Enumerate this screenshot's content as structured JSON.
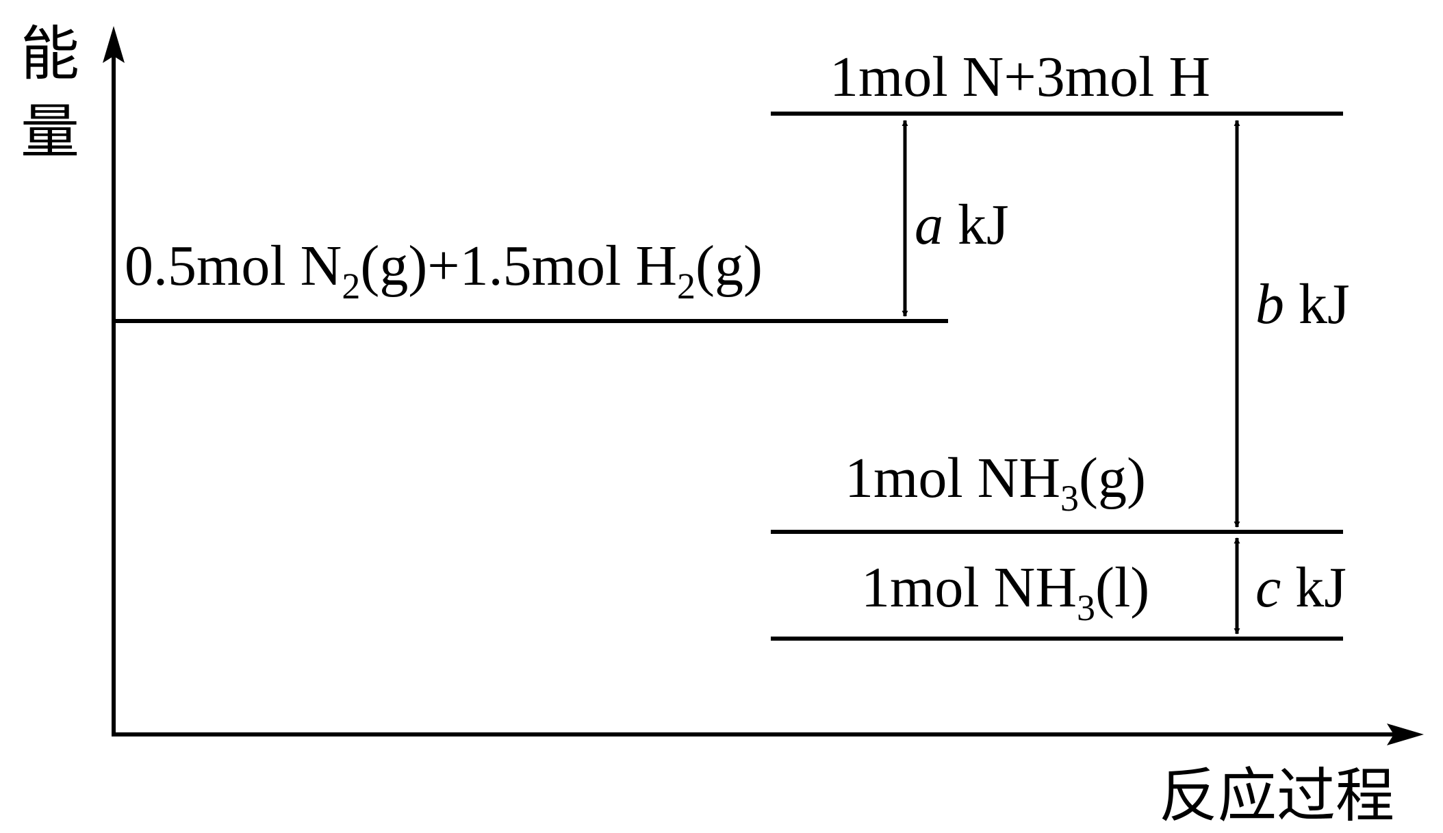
{
  "axes": {
    "y_label_top": "能",
    "y_label_bottom": "量",
    "x_label": "反应过程"
  },
  "levels": {
    "atoms": {
      "label": "1mol N+3mol H"
    },
    "reactants": {
      "p1": "0.5mol N",
      "sub1": "2",
      "p2": "(g)+1.5mol H",
      "sub2": "2",
      "p3": "(g)"
    },
    "ammonia_gas": {
      "p1": "1mol NH",
      "sub": "3",
      "p2": "(g)"
    },
    "ammonia_liquid": {
      "p1": "1mol NH",
      "sub": "3",
      "p2": "(l)"
    }
  },
  "energies": {
    "a": {
      "var": "a",
      "unit": " kJ"
    },
    "b": {
      "var": "b",
      "unit": " kJ"
    },
    "c": {
      "var": "c",
      "unit": " kJ"
    }
  },
  "colors": {
    "ink": "#000000",
    "background": "#ffffff"
  }
}
